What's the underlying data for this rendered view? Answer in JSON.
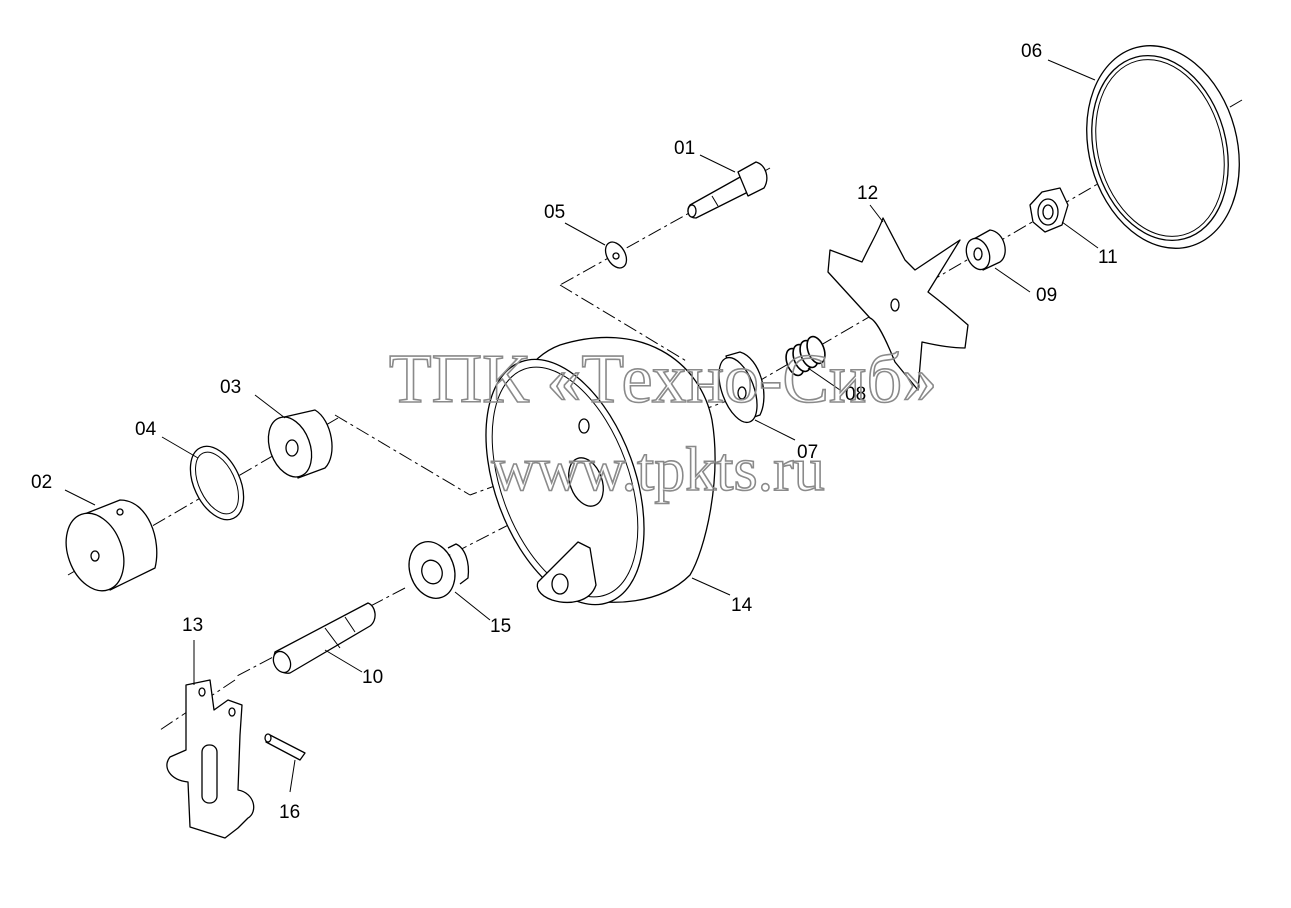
{
  "diagram": {
    "callouts": {
      "p01": "01",
      "p02": "02",
      "p03": "03",
      "p04": "04",
      "p05": "05",
      "p06": "06",
      "p07": "07",
      "p08": "08",
      "p09": "09",
      "p10": "10",
      "p11": "11",
      "p12": "12",
      "p13": "13",
      "p14": "14",
      "p15": "15",
      "p16": "16"
    },
    "watermark": {
      "company": "ТПК «Техно-Сиб»",
      "website": "www.tpkts.ru",
      "color": "#8a8a8a"
    }
  }
}
